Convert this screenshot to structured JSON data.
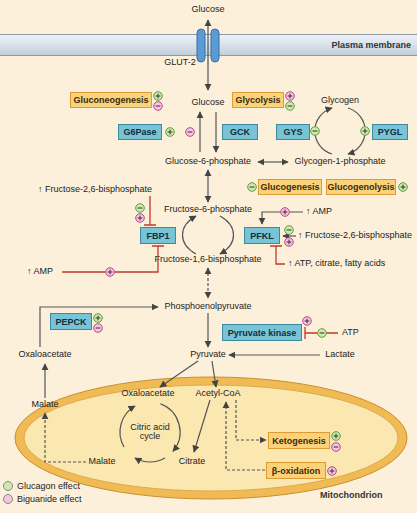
{
  "diagram": {
    "nodes": [
      {
        "text": [
          "Plasma membrane"
        ]
      },
      {
        "text": [
          "Gluconeogenesis"
        ]
      },
      {
        "text": [
          "Glycolysis"
        ]
      },
      {
        "text": [
          "G6Pase"
        ]
      },
      {
        "text": [
          "GCK"
        ]
      },
      {
        "text": [
          "GYS"
        ]
      },
      {
        "text": [
          "PYGL"
        ]
      },
      {
        "text": [
          "Glucogenesis"
        ]
      },
      {
        "text": [
          "Glucogenolysis"
        ]
      },
      {
        "text": [
          "FBP1"
        ]
      },
      {
        "text": [
          "PFKL"
        ]
      },
      {
        "text": [
          "PEPCK"
        ]
      },
      {
        "text": [
          "Pyruvate kinase"
        ]
      },
      {
        "text": [
          "Mitochondrion"
        ]
      },
      {
        "text": [
          "Ketogenesis"
        ],
        "in": 13
      },
      {
        "text": [
          "β-oxidation"
        ],
        "in": 13
      }
    ],
    "labels": [
      "Glucose",
      "GLUT-2",
      "Glucose",
      "Glycogen",
      "Glucose-6-phosphate",
      "Glycogen-1-phosphate",
      "↑ Fructose-2,6-bisphosphate",
      "Fructose-6-phosphate",
      "↑ AMP",
      "↑ Fructose-2,6-bisphosphate",
      "Fructose-1,6-bisphosphate",
      "↑ AMP",
      "↑ ATP, citrate, fatty acids",
      "Phosphoenolpyruvate",
      "ATP",
      "Oxaloacetate",
      "Pyruvate",
      "Lactate",
      "Malate",
      "Oxaloacetate",
      "Acetyl-CoA",
      "Citric acid cycle",
      "Malate",
      "Citrate"
    ],
    "legend": [
      {
        "text": "Glucagon effect",
        "color": "#cfe8b0"
      },
      {
        "text": "Biguanide effect",
        "color": "#f5c6df"
      }
    ]
  }
}
